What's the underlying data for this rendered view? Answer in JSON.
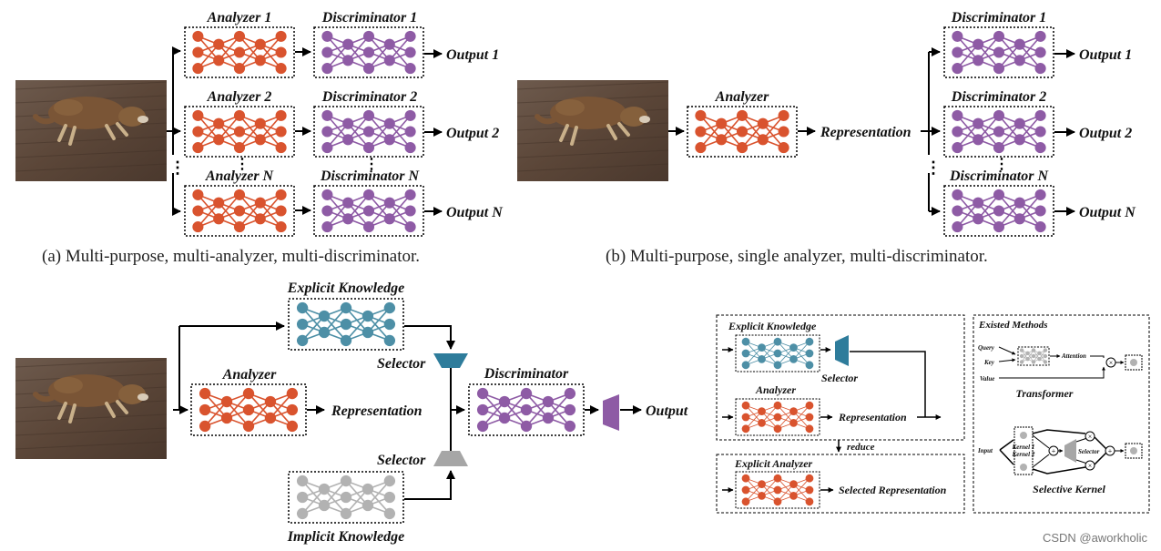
{
  "colors": {
    "analyzer": "#d9532e",
    "discriminator": "#8e5ba5",
    "explicit": "#4d8fa6",
    "implicit": "#b2b2b2",
    "selector_explicit": "#2e7c9b",
    "selector_implicit": "#a6a6a6",
    "output_block": "#8e5ba5",
    "dog_photo": "#7a5536"
  },
  "panel_a": {
    "analyzer_1": "Analyzer 1",
    "analyzer_2": "Analyzer 2",
    "analyzer_n": "Analyzer N",
    "discriminator_1": "Discriminator 1",
    "discriminator_2": "Discriminator 2",
    "discriminator_n": "Discriminator N",
    "output_1": "Output 1",
    "output_2": "Output 2",
    "output_n": "Output N",
    "caption": "(a) Multi-purpose, multi-analyzer, multi-discriminator."
  },
  "panel_b": {
    "analyzer": "Analyzer",
    "representation": "Representation",
    "discriminator_1": "Discriminator 1",
    "discriminator_2": "Discriminator 2",
    "discriminator_n": "Discriminator N",
    "output_1": "Output 1",
    "output_2": "Output 2",
    "output_n": "Output N",
    "caption": "(b) Multi-purpose, single analyzer, multi-discriminator."
  },
  "panel_c": {
    "explicit_knowledge": "Explicit Knowledge",
    "analyzer": "Analyzer",
    "representation": "Representation",
    "selector_top": "Selector",
    "selector_bottom": "Selector",
    "discriminator": "Discriminator",
    "output": "Output",
    "implicit_knowledge": "Implicit Knowledge"
  },
  "panel_d": {
    "explicit_knowledge": "Explicit Knowledge",
    "selector": "Selector",
    "analyzer": "Analyzer",
    "representation": "Representation",
    "reduce": "reduce",
    "explicit_analyzer": "Explicit Analyzer",
    "selected_representation": "Selected Representation"
  },
  "panel_e": {
    "title": "Existed Methods",
    "query": "Query",
    "key": "Key",
    "value": "Value",
    "attention": "Attention",
    "transformer": "Transformer",
    "input": "Input",
    "kernel_1": "Kernel 1",
    "kernel_2": "Kernel 2",
    "selector": "Selector",
    "selective_kernel": "Selective Kernel",
    "times": "×",
    "plus": "+"
  },
  "watermark": "CSDN @aworkholic"
}
